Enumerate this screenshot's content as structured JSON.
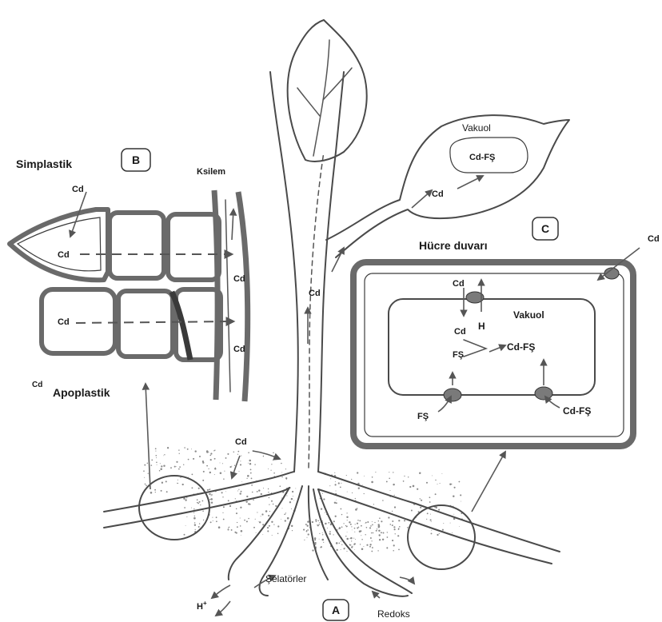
{
  "panels": {
    "a": "A",
    "b": "B",
    "c": "C"
  },
  "panel_b": {
    "title": "Simplastik",
    "ksilem": "Ksilem",
    "apoplastik": "Apoplastik",
    "cd": "Cd"
  },
  "panel_c": {
    "title": "Hücre duvarı",
    "vakuol": "Vakuol",
    "cd": "Cd",
    "h": "H",
    "fs": "FŞ",
    "cd_fs": "Cd-FŞ"
  },
  "leaf": {
    "vakuol": "Vakuol",
    "cd_fs": "Cd-FŞ",
    "cd": "Cd"
  },
  "stem": {
    "cd": "Cd"
  },
  "root": {
    "cd": "Cd",
    "selatorler": "Şelatörler",
    "h_plus": "H",
    "h_plus_sup": "+",
    "redoks": "Redoks"
  }
}
